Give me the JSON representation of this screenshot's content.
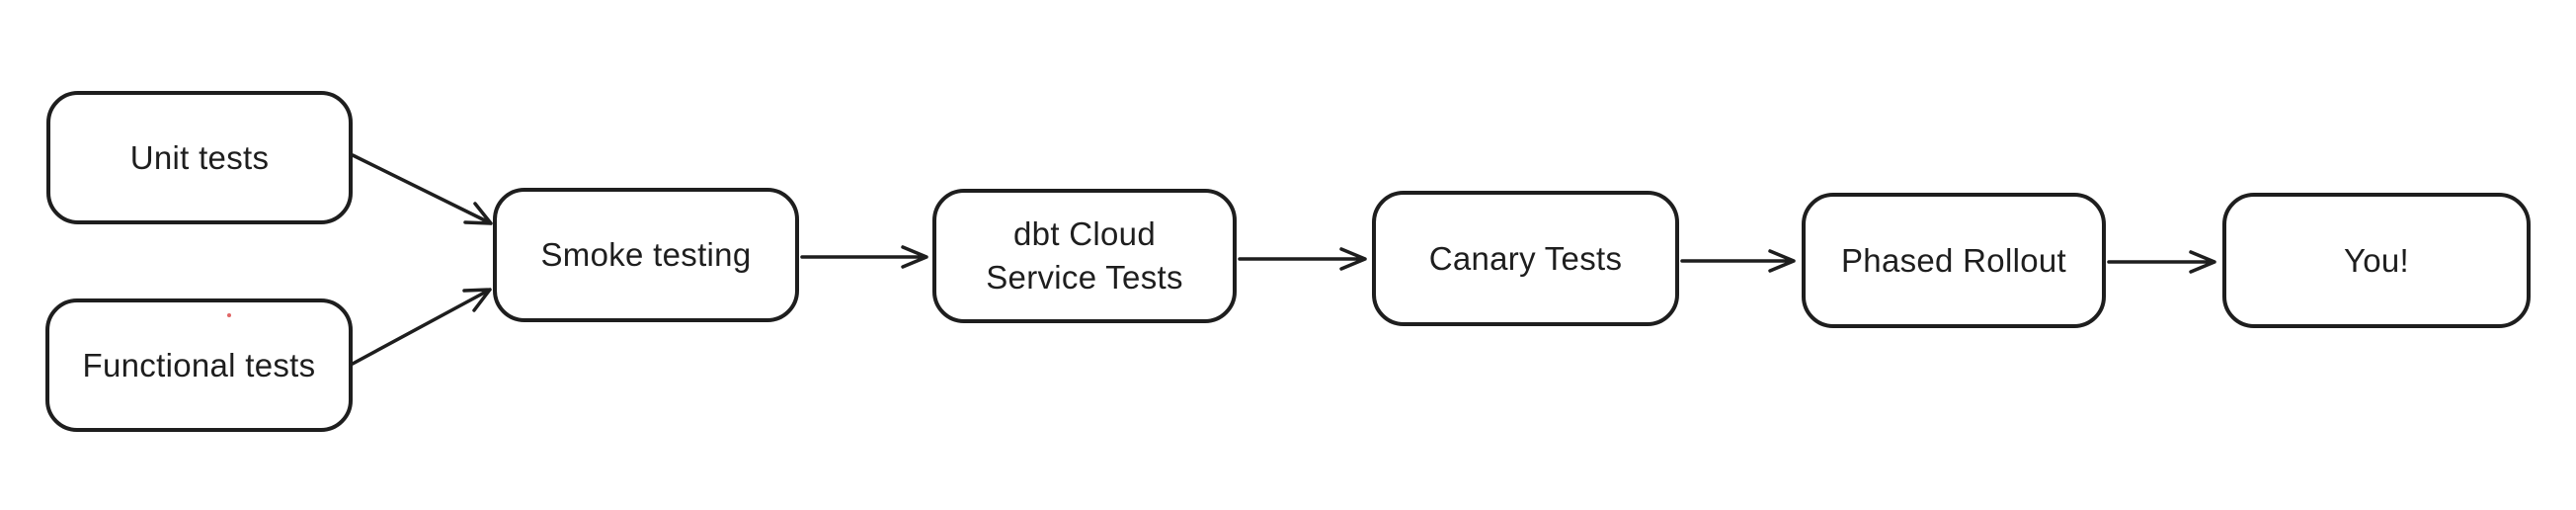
{
  "diagram": {
    "background_color": "#ffffff",
    "stroke_color": "#1e1e1e",
    "text_color": "#1e1e1e",
    "speck_color": "#e06666",
    "nodes": [
      {
        "id": "unit-tests",
        "label": "Unit tests"
      },
      {
        "id": "functional-tests",
        "label": "Functional tests"
      },
      {
        "id": "smoke-testing",
        "label": "Smoke testing"
      },
      {
        "id": "dbt-cloud-service-tests",
        "label": "dbt Cloud Service Tests",
        "label_lines": [
          "dbt Cloud",
          "Service Tests"
        ]
      },
      {
        "id": "canary-tests",
        "label": "Canary Tests"
      },
      {
        "id": "phased-rollout",
        "label": "Phased Rollout"
      },
      {
        "id": "you",
        "label": "You!"
      }
    ],
    "edges": [
      {
        "from": "unit-tests",
        "to": "smoke-testing"
      },
      {
        "from": "functional-tests",
        "to": "smoke-testing"
      },
      {
        "from": "smoke-testing",
        "to": "dbt-cloud-service-tests"
      },
      {
        "from": "dbt-cloud-service-tests",
        "to": "canary-tests"
      },
      {
        "from": "canary-tests",
        "to": "phased-rollout"
      },
      {
        "from": "phased-rollout",
        "to": "you"
      }
    ]
  }
}
